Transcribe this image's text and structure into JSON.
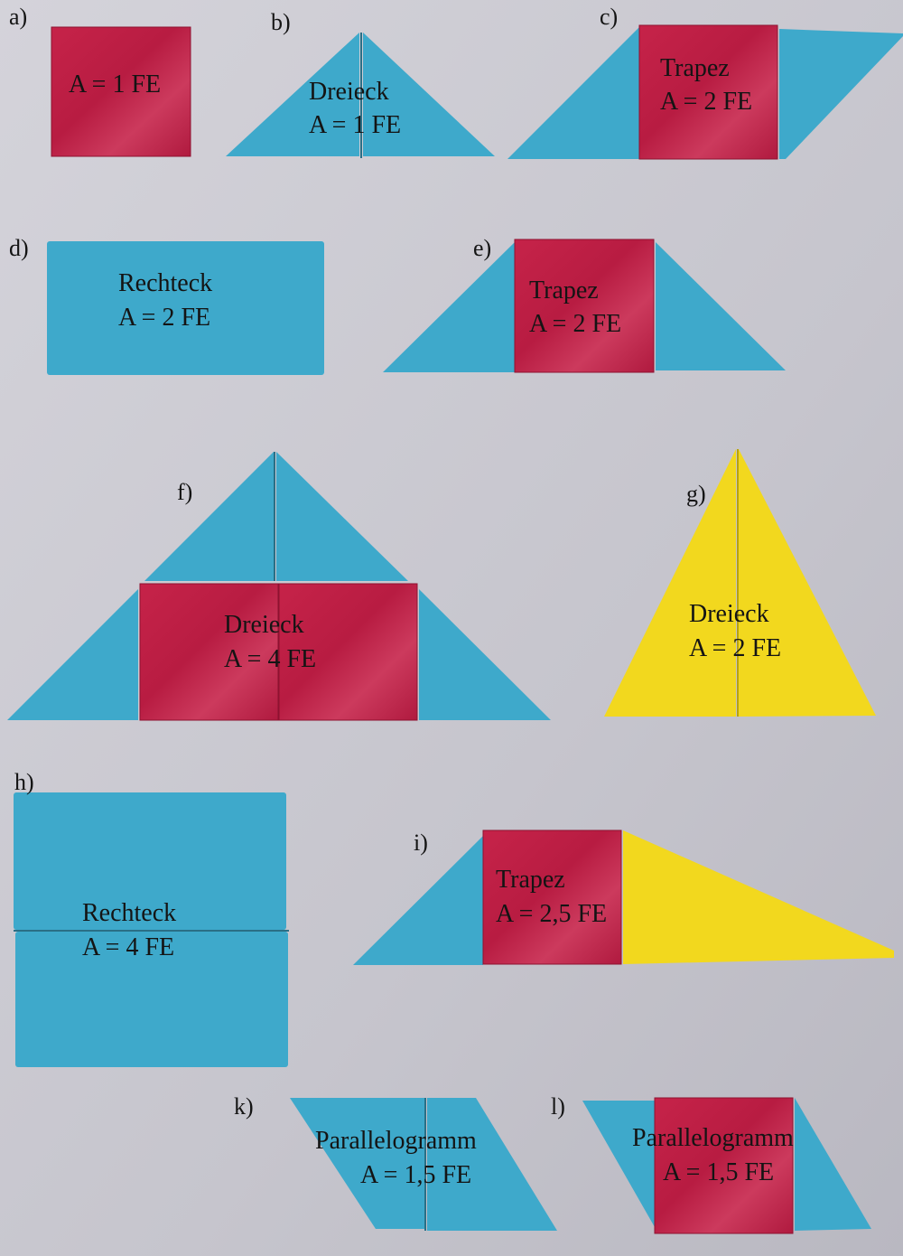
{
  "colors": {
    "background": "#c9c8d0",
    "blue_tile": "#3ea9cb",
    "red_tile": "#bf1f45",
    "yellow_tile": "#f2d81e",
    "seam": "#2a6f86"
  },
  "figures": {
    "a": {
      "label": "a)",
      "area": "A = 1 FE"
    },
    "b": {
      "label": "b)",
      "name": "Dreieck",
      "area": "A = 1 FE"
    },
    "c": {
      "label": "c)",
      "name": "Trapez",
      "area": "A = 2 FE"
    },
    "d": {
      "label": "d)",
      "name": "Rechteck",
      "area": "A = 2 FE"
    },
    "e": {
      "label": "e)",
      "name": "Trapez",
      "area": "A = 2 FE"
    },
    "f": {
      "label": "f)",
      "name": "Dreieck",
      "area": "A = 4 FE"
    },
    "g": {
      "label": "g)",
      "name": "Dreieck",
      "area": "A = 2 FE"
    },
    "h": {
      "label": "h)",
      "name": "Rechteck",
      "area": "A = 4 FE"
    },
    "i": {
      "label": "i)",
      "name": "Trapez",
      "area": "A = 2,5 FE"
    },
    "k": {
      "label": "k)",
      "name": "Parallelogramm",
      "area": "A = 1,5 FE"
    },
    "l": {
      "label": "l)",
      "name": "Parallelogramm",
      "area": "A = 1,5 FE"
    }
  }
}
